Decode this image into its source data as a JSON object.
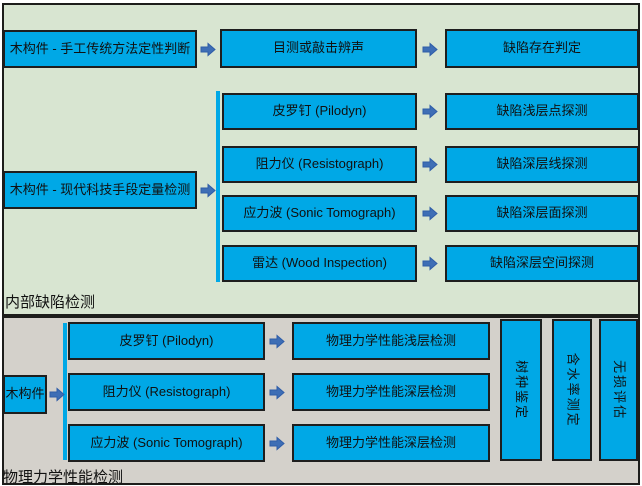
{
  "colors": {
    "section1_bg": "#d8e5d1",
    "section2_bg": "#d4d1cb",
    "box_fill": "#00a8e6",
    "box_border": "#1e1e1e",
    "arrow_fill": "#3e6eb5",
    "arrow_stroke": "#2f5da8",
    "bracket": "#00a8e6"
  },
  "icons": {
    "arrow_right": "block-right-arrow"
  },
  "section1": {
    "label": "内部缺陷检测",
    "row1": {
      "source": "木构件 - 手工传统方法定性判断",
      "method": "目测或敲击辨声",
      "result": "缺陷存在判定"
    },
    "group": {
      "source": "木构件 - 现代科技手段定量检测",
      "rows": [
        {
          "method": "皮罗钉 (Pilodyn)",
          "result": "缺陷浅层点探测"
        },
        {
          "method": "阻力仪 (Resistograph)",
          "result": "缺陷深层线探测"
        },
        {
          "method": "应力波 (Sonic Tomograph)",
          "result": "缺陷深层面探测"
        },
        {
          "method": "雷达 (Wood Inspection)",
          "result": "缺陷深层空间探测"
        }
      ]
    }
  },
  "section2": {
    "label": "物理力学性能检测",
    "source": "木构件",
    "rows": [
      {
        "method": "皮罗钉 (Pilodyn)",
        "result": "物理力学性能浅层检测"
      },
      {
        "method": "阻力仪 (Resistograph)",
        "result": "物理力学性能深层检测"
      },
      {
        "method": "应力波 (Sonic Tomograph)",
        "result": "物理力学性能深层检测"
      }
    ],
    "vertical_boxes": [
      "树种鉴定",
      "含水率测定",
      "无损评估"
    ]
  }
}
